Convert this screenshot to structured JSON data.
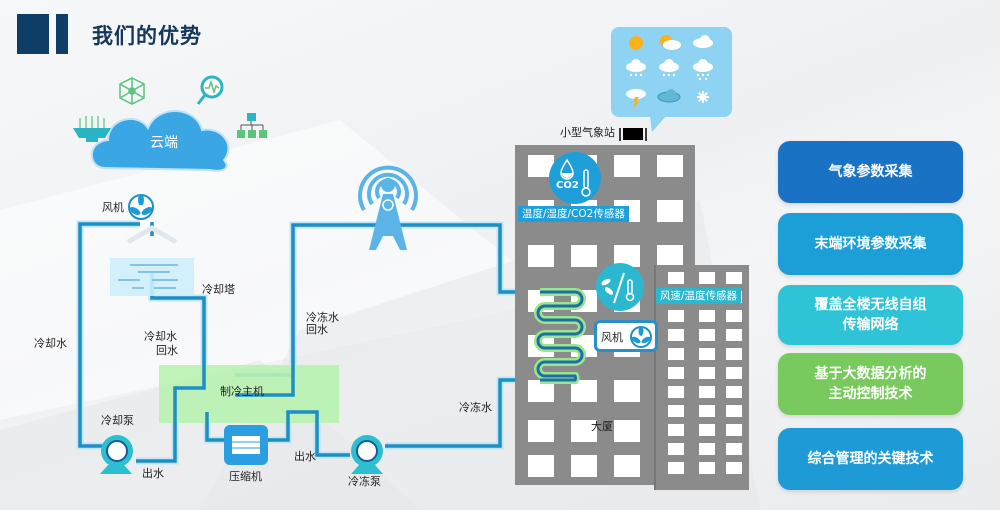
{
  "header": {
    "title": "我们的优势"
  },
  "cloud": {
    "label": "云端"
  },
  "cooling_tower_side": {
    "fan_label": "风机",
    "cooling_tower_label": "冷却塔",
    "cooling_water_label": "冷却水",
    "cooling_return_line1": "冷却水",
    "cooling_return_line2": "回水",
    "cooling_pump_label": "冷却泵",
    "outlet_left_label": "出水"
  },
  "chiller": {
    "main_label": "制冷主机",
    "compressor_label": "压缩机",
    "outlet_right_label": "出水",
    "chilled_pump_label": "冷冻泵",
    "chilled_return_line1": "冷冻水",
    "chilled_return_line2": "回水",
    "chilled_water_label": "冷冻水"
  },
  "building": {
    "weather_station_label": "小型气象站",
    "sensor1_label": "温度/湿度/CO2传感器",
    "co2_text": "CO2",
    "sensor2_label": "风速/温度传感器",
    "fan_label": "风机",
    "building_label": "大厦"
  },
  "weather_icons": [
    "sun",
    "sun-cloud",
    "cloud",
    "cloud-rain",
    "cloud-rain",
    "cloud-snow",
    "thunder-cloud",
    "dark-cloud",
    "snowflake"
  ],
  "features": [
    {
      "label": "气象参数采集",
      "color": "#1a72c4"
    },
    {
      "label": "末端环境参数采集",
      "color": "#1c9fd6"
    },
    {
      "label": "覆盖全楼无线自组\n传输网络",
      "line1": "覆盖全楼无线自组",
      "line2": "传输网络",
      "color": "#2ec3d6"
    },
    {
      "label": "基于大数据分析的\n主动控制技术",
      "line1": "基于大数据分析的",
      "line2": "主动控制技术",
      "color": "#78c95e"
    },
    {
      "label": "综合管理的关键技术",
      "color": "#1e9bd6"
    }
  ],
  "colors": {
    "pipe": "#1e8fc4",
    "pipe_glow": "#bfe6f7",
    "chiller_box": "#b8f2b0",
    "building": "#8b8b8b",
    "accent": "#0e3e66"
  }
}
